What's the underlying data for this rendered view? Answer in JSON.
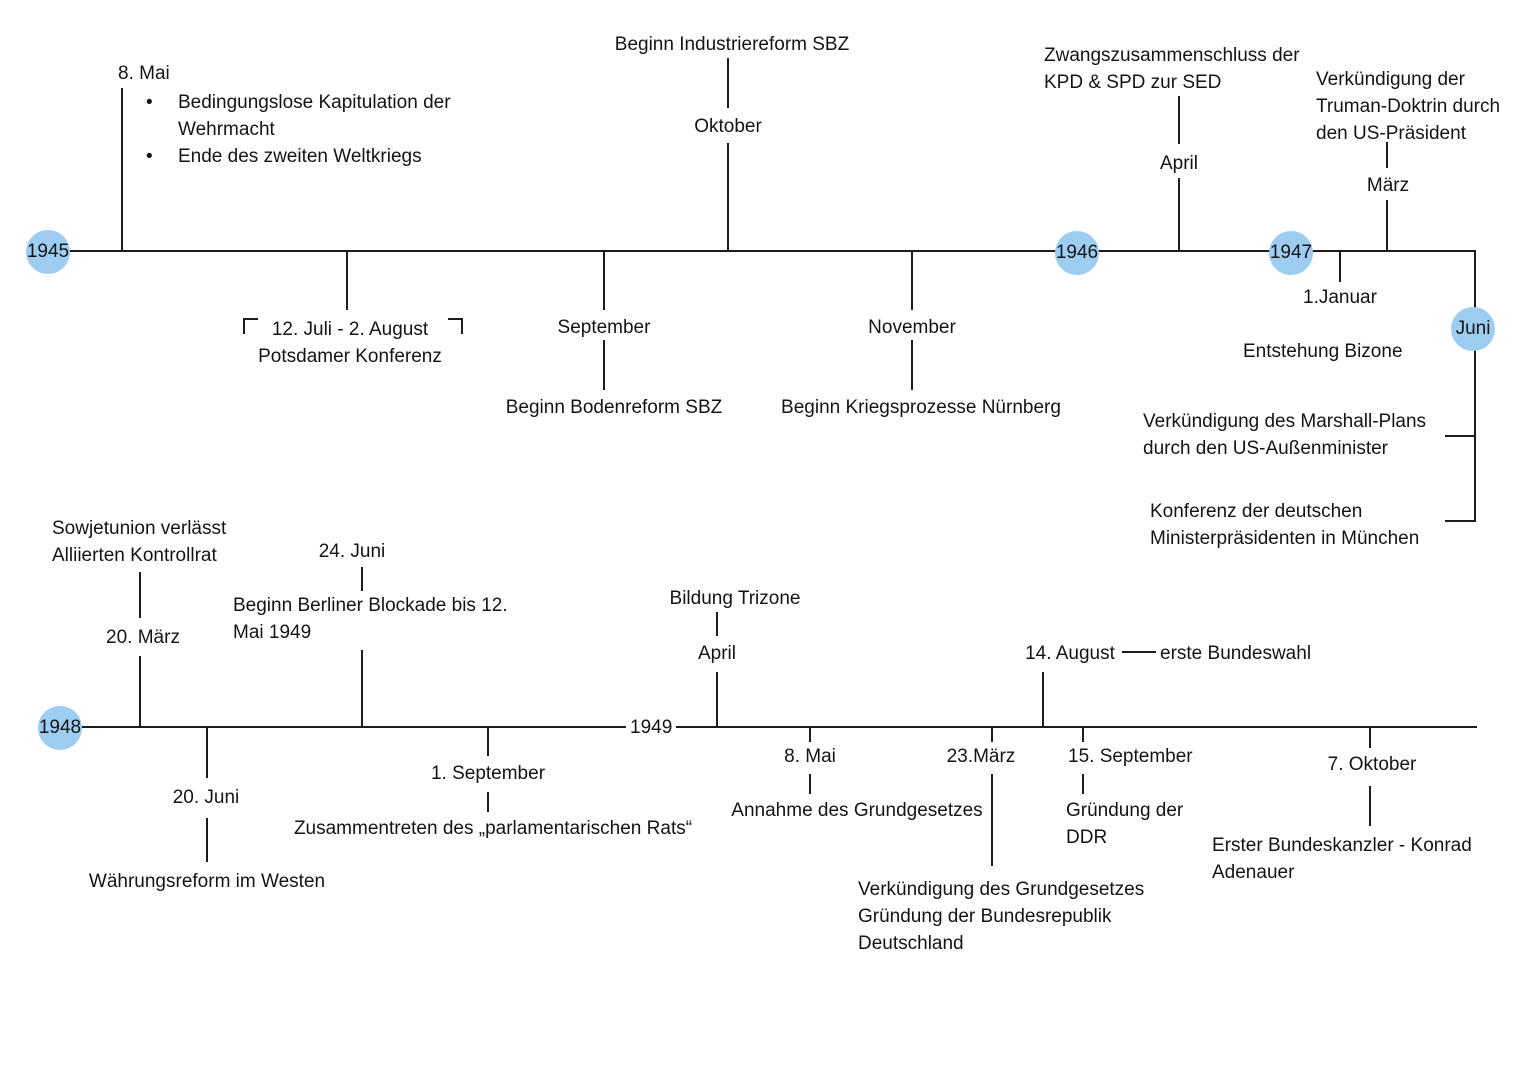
{
  "top": {
    "year_1945": "1945",
    "year_1946": "1946",
    "year_1947": "1947",
    "badge_juni": "Juni",
    "accent_color": "#9dcef2",
    "mai8": {
      "date": "8. Mai",
      "bullets": [
        "Bedingungslose Kapitulation der Wehrmacht",
        "Ende des zweiten Weltkriegs"
      ]
    },
    "potsdam": {
      "date": "12. Juli - 2. August",
      "label": "Potsdamer Konferenz"
    },
    "bodenreform": {
      "date": "September",
      "label": "Beginn Bodenreform SBZ"
    },
    "industriereform": {
      "date": "Oktober",
      "label": "Beginn Industriereform SBZ"
    },
    "kriegsprozesse": {
      "date": "November",
      "label": "Beginn Kriegsprozesse Nürnberg"
    },
    "sed": {
      "date": "April",
      "label": "Zwangszusammenschluss der KPD & SPD zur SED"
    },
    "truman": {
      "date": "März",
      "label": "Verkündigung der Truman-Doktrin durch den US-Präsident"
    },
    "bizone": {
      "date": "1.Januar",
      "label": "Entstehung Bizone"
    },
    "marshall": {
      "label": "Verkündigung des Marshall-Plans durch den US-Außenminister"
    },
    "muenchen": {
      "label": "Konferenz der deutschen Ministerpräsidenten in München"
    }
  },
  "bottom": {
    "year_1948": "1948",
    "year_1949": "1949",
    "kontrollrat": {
      "date": "20. März",
      "label": "Sowjetunion verlässt Alliierten Kontrollrat"
    },
    "blockade": {
      "date": "24. Juni",
      "label": "Beginn Berliner Blockade bis 12. Mai 1949"
    },
    "waehrungsreform": {
      "date": "20. Juni",
      "label": "Währungsreform im Westen"
    },
    "parlamentarischer_rat": {
      "date": "1. September",
      "label": "Zusammentreten des „parlamentarischen Rats“"
    },
    "trizone": {
      "date": "April",
      "label": "Bildung Trizone"
    },
    "grundgesetz_annahme": {
      "date": "8. Mai",
      "label": "Annahme des Grundgesetzes"
    },
    "grundgesetz_verkuendung": {
      "date": "23.März",
      "label": "Verkündigung des Grundgesetzes Gründung der Bundesrepublik Deutschland"
    },
    "bundeswahl": {
      "date": "14. August",
      "label": "erste Bundeswahl"
    },
    "ddr": {
      "date": "15. September",
      "label": "Gründung der DDR"
    },
    "adenauer": {
      "date": "7. Oktober",
      "label": "Erster Bundeskanzler - Konrad Adenauer"
    }
  }
}
